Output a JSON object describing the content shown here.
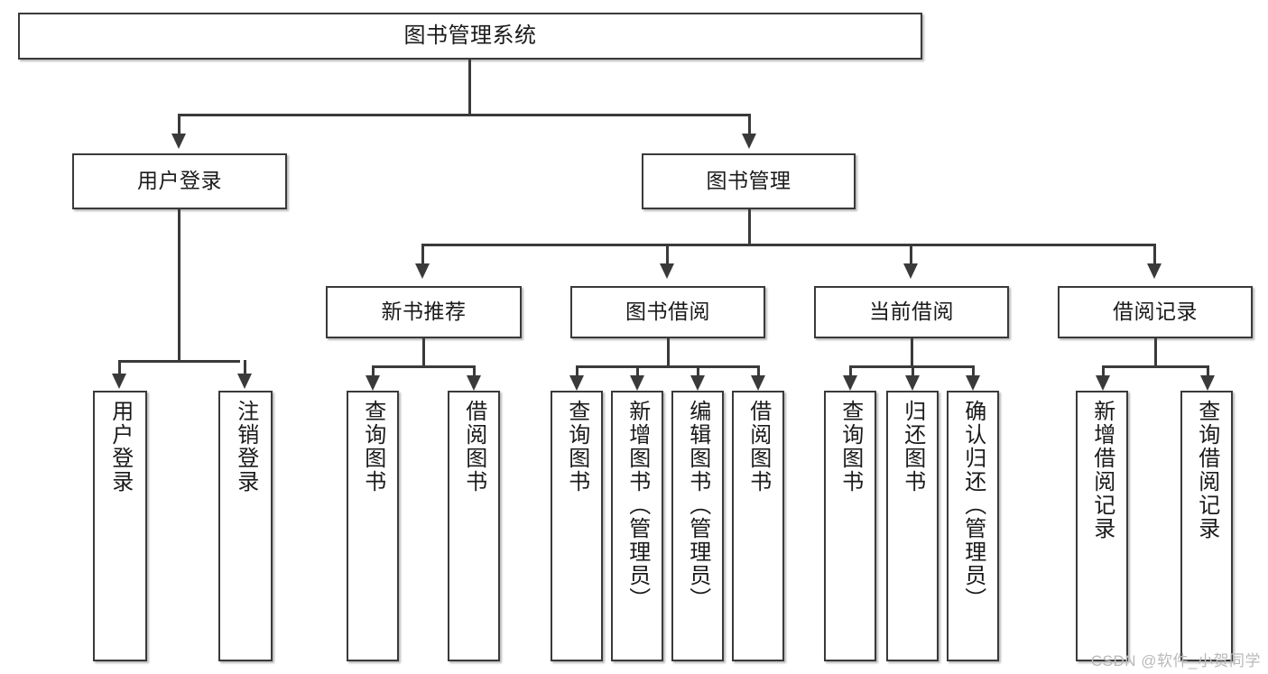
{
  "diagram": {
    "title": "图书管理系统",
    "type": "hierarchy-tree",
    "watermark": "CSDN @软件_小贺同学",
    "colors": {
      "stroke": "#3a3a3a",
      "fill": "#ffffff",
      "text": "#1a1a1a",
      "watermark": "#b9b9b9"
    },
    "nodes": {
      "root": {
        "label": "图书管理系统"
      },
      "level2": [
        {
          "label": "用户登录"
        },
        {
          "label": "图书管理"
        }
      ],
      "level3": [
        {
          "label": "新书推荐"
        },
        {
          "label": "图书借阅"
        },
        {
          "label": "当前借阅"
        },
        {
          "label": "借阅记录"
        }
      ],
      "leaves_user_login": [
        {
          "label": "用户登录"
        },
        {
          "label": "注销登录"
        }
      ],
      "leaves_new_book": [
        {
          "label": "查询图书"
        },
        {
          "label": "借阅图书"
        }
      ],
      "leaves_borrow": [
        {
          "label": "查询图书"
        },
        {
          "label": "新增图书（管理员）"
        },
        {
          "label": "编辑图书（管理员）"
        },
        {
          "label": "借阅图书"
        }
      ],
      "leaves_current": [
        {
          "label": "查询图书"
        },
        {
          "label": "归还图书"
        },
        {
          "label": "确认归还（管理员）"
        }
      ],
      "leaves_record": [
        {
          "label": "新增借阅记录"
        },
        {
          "label": "查询借阅记录"
        }
      ]
    }
  }
}
